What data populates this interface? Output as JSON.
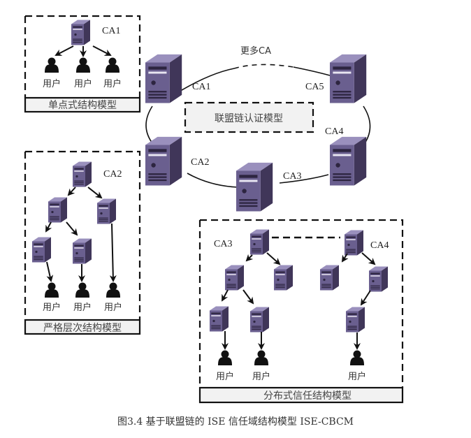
{
  "caption": "图3.4  基于联盟链的 ISE 信任域结构模型 ISE-CBCM",
  "colors": {
    "server_front": "#6a5f8f",
    "server_side": "#403659",
    "server_top": "#9a90bd",
    "server_panel": "#2d2540",
    "line": "#111111",
    "box_fill": "#f2f2f2"
  },
  "consortium": {
    "title": "联盟链认证模型",
    "more_label": "更多CA",
    "nodes": [
      {
        "id": "ca1",
        "label": "CA1"
      },
      {
        "id": "ca2",
        "label": "CA2"
      },
      {
        "id": "ca3",
        "label": "CA3"
      },
      {
        "id": "ca4",
        "label": "CA4"
      },
      {
        "id": "ca5",
        "label": "CA5"
      }
    ]
  },
  "single_point": {
    "title": "单点式结构模型",
    "root_label": "CA1",
    "users": [
      "用户",
      "用户",
      "用户"
    ]
  },
  "strict_hierarchy": {
    "title": "严格层次结构模型",
    "root_label": "CA2",
    "users": [
      "用户",
      "用户",
      "用户"
    ]
  },
  "distributed": {
    "title": "分布式信任结构模型",
    "left_root_label": "CA3",
    "right_root_label": "CA4",
    "users": [
      "用户",
      "用户",
      "用户"
    ]
  }
}
